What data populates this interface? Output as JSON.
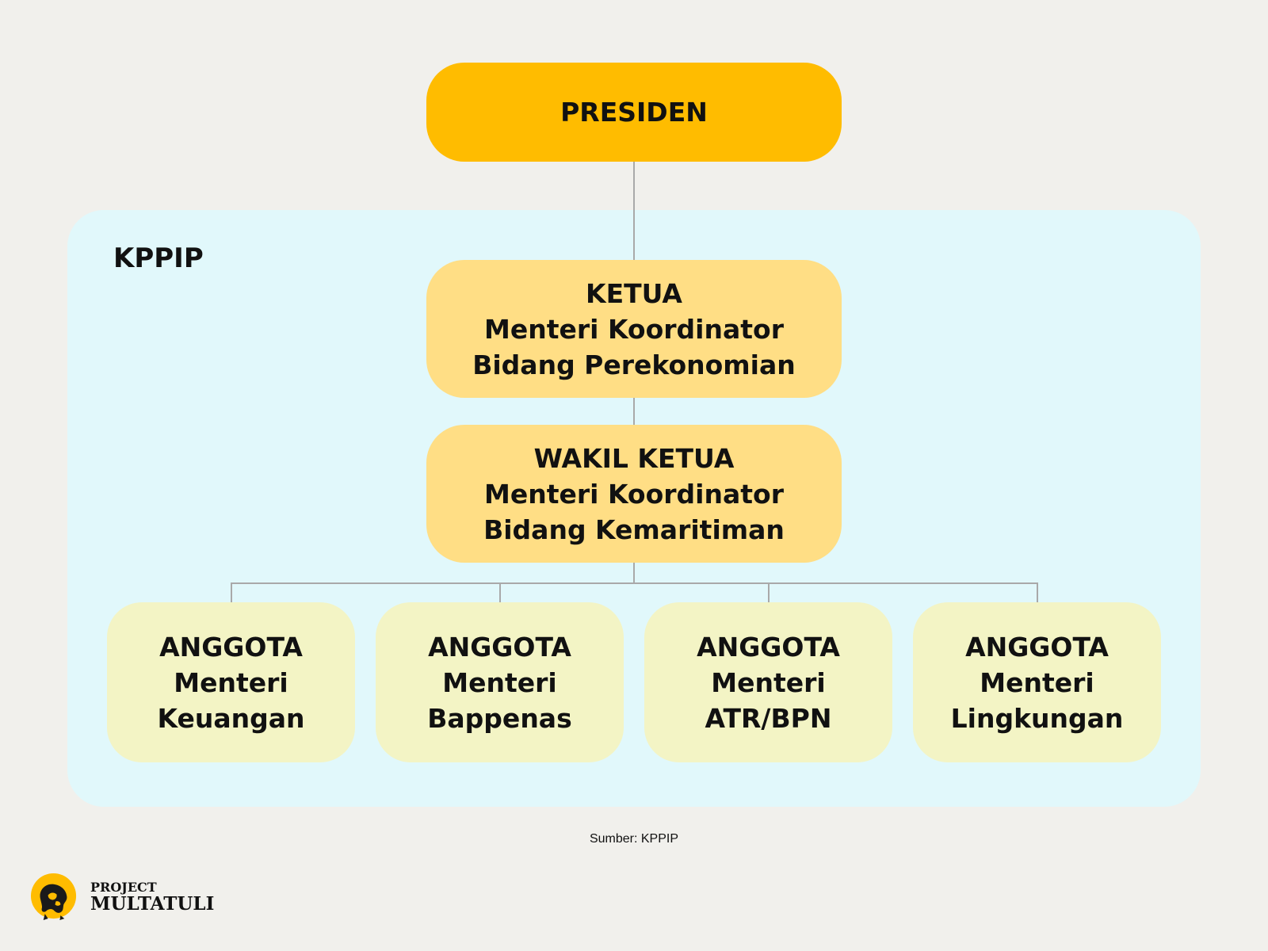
{
  "diagram": {
    "top_node": {
      "label": "PRESIDEN"
    },
    "group_label": "KPPIP",
    "ketua": {
      "lines": [
        "KETUA",
        "Menteri Koordinator",
        "Bidang Perekonomian"
      ]
    },
    "wakil_ketua": {
      "lines": [
        "WAKIL KETUA",
        "Menteri Koordinator",
        "Bidang Kemaritiman"
      ]
    },
    "members": [
      {
        "lines": [
          "ANGGOTA",
          "Menteri",
          "Keuangan"
        ]
      },
      {
        "lines": [
          "ANGGOTA",
          "Menteri",
          "Bappenas"
        ]
      },
      {
        "lines": [
          "ANGGOTA",
          "Menteri",
          "ATR/BPN"
        ]
      },
      {
        "lines": [
          "ANGGOTA",
          "Menteri",
          "Lingkungan"
        ]
      }
    ]
  },
  "source": "Sumber: KPPIP",
  "logo": {
    "line1": "PROJECT",
    "line2": "MULTATULI"
  },
  "colors": {
    "background": "#f1f0ec",
    "group_panel": "#e1f8fb",
    "top_node": "#ffbc00",
    "leadership_node": "#ffde85",
    "member_node": "#f3f4c5",
    "connector": "#a9a9a9",
    "text": "#111111"
  }
}
